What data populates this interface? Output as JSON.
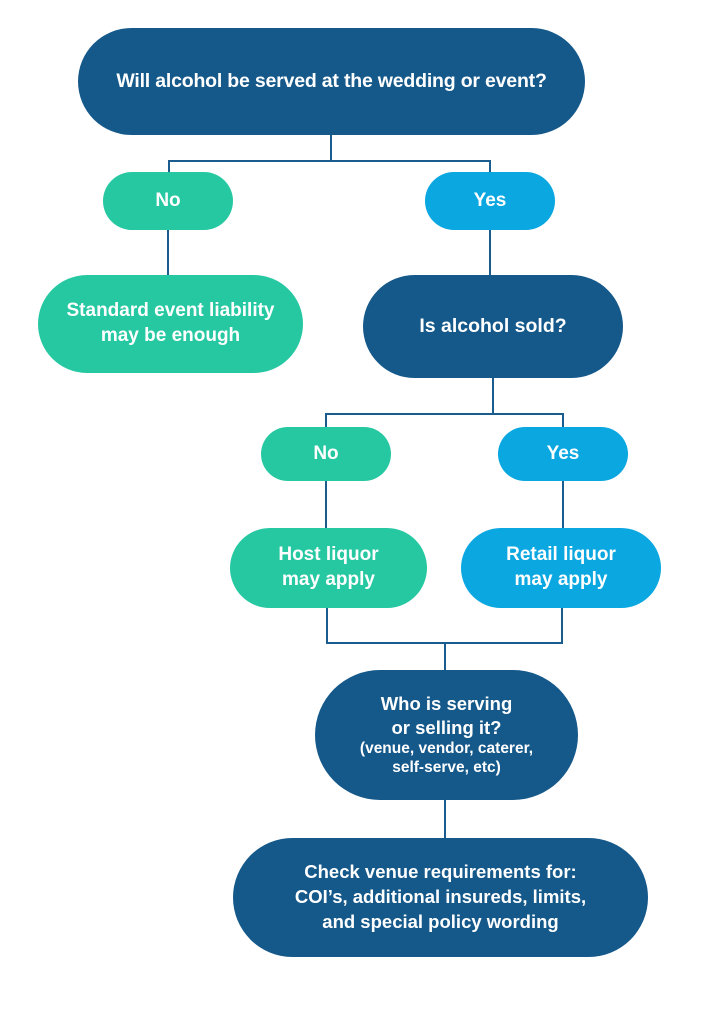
{
  "colors": {
    "dark_blue": "#15588A",
    "green": "#26C8A2",
    "light_blue": "#0AA7E1",
    "line": "#1A5C8E",
    "text": "#FFFFFF",
    "background": "#FFFFFF"
  },
  "nodes": {
    "q1": {
      "label": "Will alcohol be served at the wedding or event?"
    },
    "no1": {
      "label": "No"
    },
    "yes1": {
      "label": "Yes"
    },
    "standard": {
      "line1": "Standard event liability",
      "line2": "may be enough"
    },
    "q2": {
      "label": "Is alcohol sold?"
    },
    "no2": {
      "label": "No"
    },
    "yes2": {
      "label": "Yes"
    },
    "host": {
      "line1": "Host liquor",
      "line2": "may apply"
    },
    "retail": {
      "line1": "Retail liquor",
      "line2": "may apply"
    },
    "who": {
      "line1": "Who is serving",
      "line2": "or selling it?",
      "line3": "(venue, vendor, caterer,",
      "line4": "self-serve, etc)"
    },
    "final": {
      "line1": "Check venue requirements for:",
      "line2": "COI’s, additional insureds, limits,",
      "line3": "and special policy wording"
    }
  }
}
